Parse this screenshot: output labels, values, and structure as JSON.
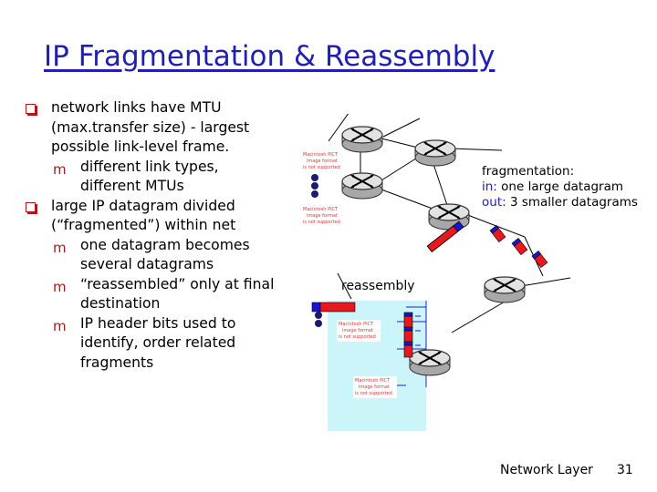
{
  "title": "IP Fragmentation & Reassembly",
  "bullets": [
    {
      "lines": [
        "network links have MTU",
        "(max.transfer size) - largest",
        "possible link-level frame."
      ],
      "sub": [
        {
          "lines": [
            "different link types,",
            "different MTUs"
          ]
        }
      ]
    },
    {
      "lines": [
        "large IP datagram divided",
        "(“fragmented”) within net"
      ],
      "sub": [
        {
          "lines": [
            "one datagram becomes",
            "several datagrams"
          ]
        },
        {
          "lines": [
            "“reassembled” only at final",
            "destination"
          ]
        },
        {
          "lines": [
            "IP header bits used to",
            "identify, order related",
            "fragments"
          ]
        }
      ]
    }
  ],
  "fragmentation_note": {
    "heading": "fragmentation:",
    "in_label": "in:",
    "in_text": " one large datagram",
    "out_label": "out:",
    "out_text": " 3 smaller datagrams"
  },
  "reassembly_label": "reassembly",
  "placeholder_image_text": [
    "Macintosh PICT",
    "image format",
    "is not supported"
  ],
  "footer": {
    "label": "Network Layer",
    "page": "31"
  },
  "colors": {
    "title": "#1f1fb4",
    "bullet": "#b01818",
    "network_bg": "#ccf5fa",
    "packet_red": "#e8181c",
    "packet_blue": "#1616d2",
    "link_blue": "#2020c8"
  },
  "icons": [
    "router-icon",
    "host-icon",
    "datagram-icon"
  ]
}
